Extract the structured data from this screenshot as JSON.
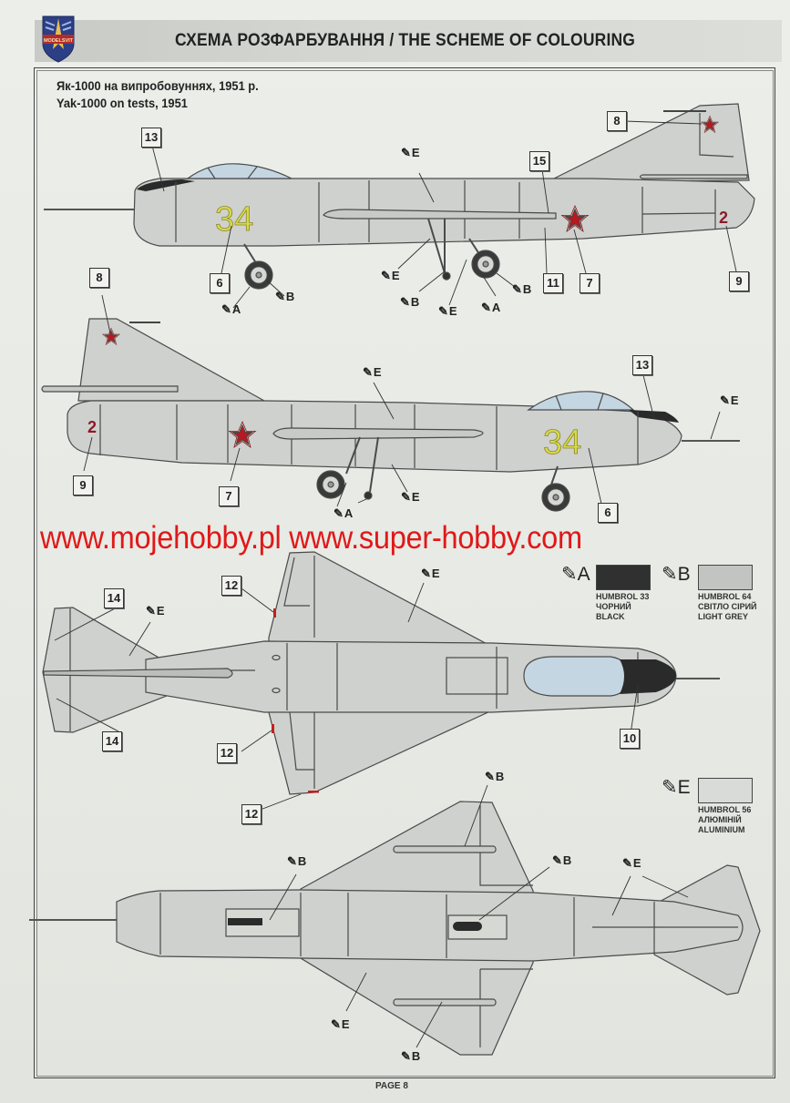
{
  "header": {
    "logo_text": "MODELSVIT",
    "title": "СХЕМА РОЗФАРБУВАННЯ  / THE SCHEME OF COLOURING"
  },
  "subtitle": {
    "ukrainian": "Як-1000 на випробовуннях, 1951 р.",
    "english": "Yak-1000 on tests, 1951"
  },
  "aircraft": {
    "number": "34",
    "tail_code": "2",
    "colors": {
      "fuselage": "#cfd1ce",
      "outline": "#4a4a4a",
      "canopy": "#c4d6e2",
      "number": "#d8d84a",
      "star": "#b81820",
      "black": "#2a2a2a"
    }
  },
  "callouts": {
    "left_side": [
      "13",
      "15",
      "8",
      "6",
      "11",
      "7",
      "9"
    ],
    "right_side": [
      "8",
      "13",
      "9",
      "7",
      "6"
    ],
    "top_view": [
      "14",
      "12",
      "14",
      "12",
      "12",
      "10",
      "12"
    ]
  },
  "paint_labels": {
    "a": "A",
    "b": "B",
    "e": "E"
  },
  "watermark": "www.mojehobby.pl www.super-hobby.com",
  "legend": [
    {
      "letter": "A",
      "color": "#303030",
      "lines": [
        "HUMBROL 33",
        "ЧОРНИЙ",
        "BLACK"
      ]
    },
    {
      "letter": "B",
      "color": "#c2c4c1",
      "lines": [
        "HUMBROL 64",
        "СВІТЛО СІРИЙ",
        "LIGHT GREY"
      ]
    },
    {
      "letter": "E",
      "color": "#d9dbd8",
      "lines": [
        "HUMBROL 56",
        "АЛЮМІНІЙ",
        "ALUMINIUM"
      ]
    }
  ],
  "footer": {
    "page": "PAGE 8"
  }
}
